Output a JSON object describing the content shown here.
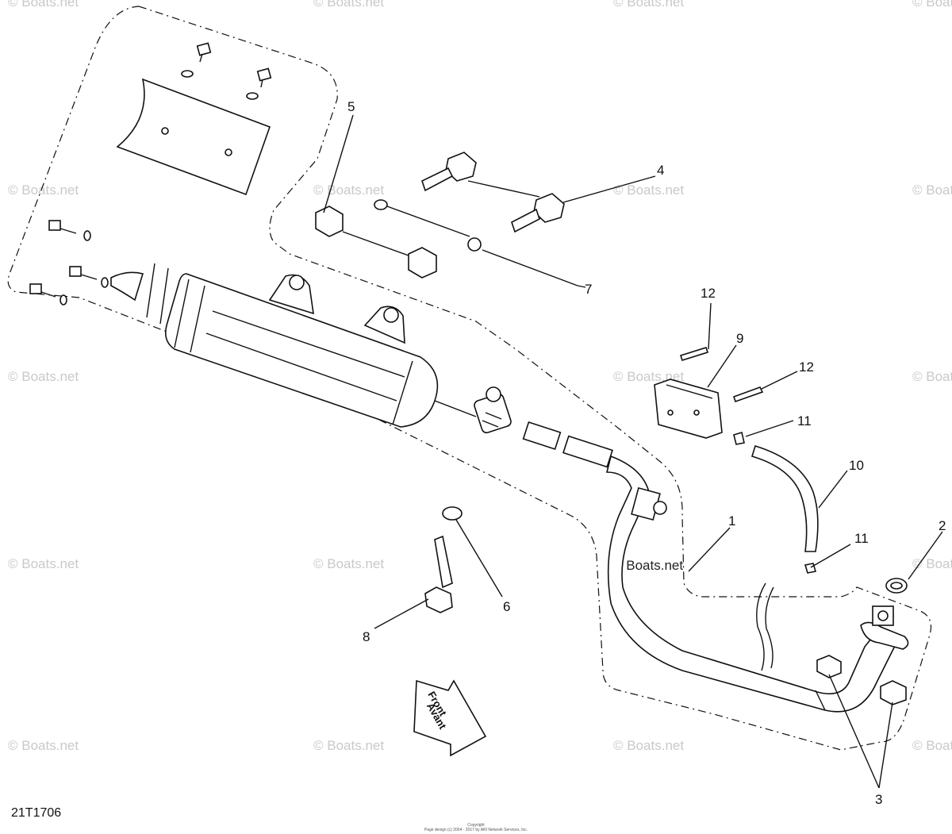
{
  "diagram_code": "21T1706",
  "copyright_lines": [
    "Copyright",
    "Page design (c) 2004 - 2017 by ARI Network Services, Inc."
  ],
  "watermark_text": "© Boats.net",
  "front_arrow": {
    "line1": "Front",
    "line2": "Avant"
  },
  "callouts": [
    "1",
    "2",
    "3",
    "4",
    "5",
    "6",
    "7",
    "8",
    "9",
    "10",
    "11",
    "11",
    "12",
    "12"
  ],
  "colors": {
    "ink": "#111111",
    "watermark": "#c9c9c9",
    "background": "#ffffff"
  }
}
